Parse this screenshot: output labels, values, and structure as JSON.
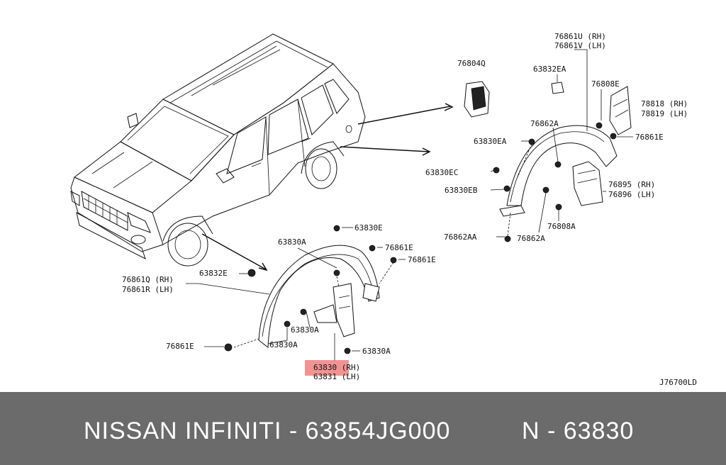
{
  "labels": {
    "top_rh_1": "76861U (RH)",
    "top_lh_1": "76861V (LH)",
    "l_76804q": "76804Q",
    "l_63832ea": "63832EA",
    "l_76808e": "76808E",
    "l_78818": "78818 (RH)",
    "l_78819": "78819 (LH)",
    "l_76862a_top": "76862A",
    "l_63830ea": "63830EA",
    "l_76861e_r1": "76861E",
    "l_63830ec": "63830EC",
    "l_63830eb": "63830EB",
    "l_76895": "76895 (RH)",
    "l_76896": "76896 (LH)",
    "l_76808a": "76808A",
    "l_76862aa": "76862AA",
    "l_76862a_bot": "76862A",
    "l_63830e": "63830E",
    "l_63830a_1": "63830A",
    "l_76861e_2": "76861E",
    "l_76861e_3": "76861E",
    "l_76861q": "76861Q (RH)",
    "l_76861r": "76861R (LH)",
    "l_63832e": "63832E",
    "l_63830a_2": "63830A",
    "l_63830a_3": "63830A",
    "l_63830a_4": "63830A",
    "l_76861e_4": "76861E",
    "l_63830rh": "63830 (RH)",
    "l_63831lh": "63831 (LH)",
    "diagram_code": "J76700LD"
  },
  "footer": {
    "left_text": "NISSAN  INFINITI - 63854JG000",
    "right_text": "N - 63830"
  },
  "colors": {
    "footer_bg": "#6b6b6b",
    "highlight": "#f08080"
  }
}
